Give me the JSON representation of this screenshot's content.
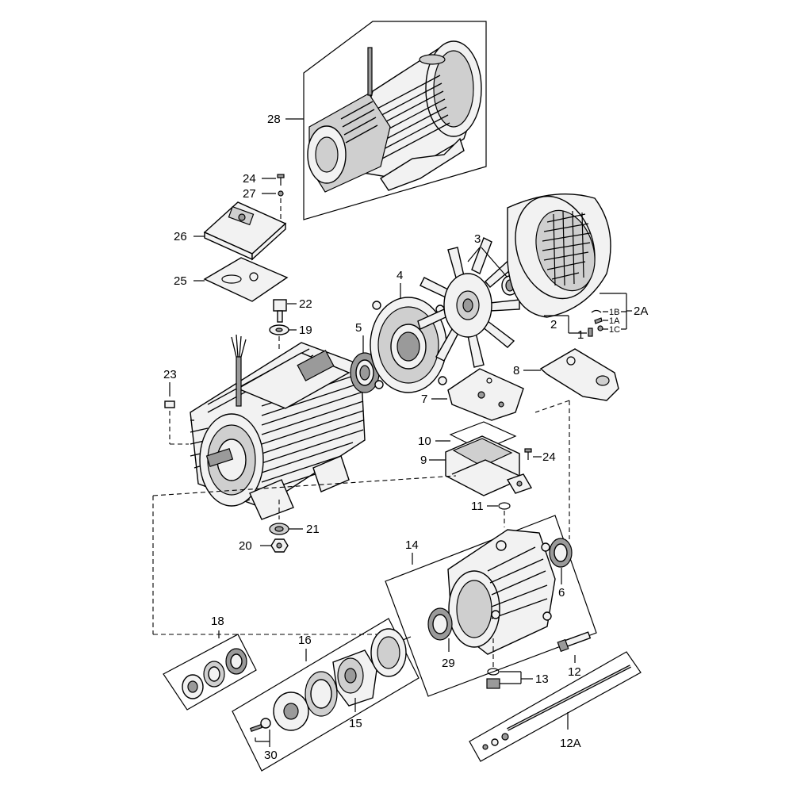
{
  "callouts": [
    {
      "id": "c28",
      "text": "28"
    },
    {
      "id": "c24a",
      "text": "24"
    },
    {
      "id": "c27",
      "text": "27"
    },
    {
      "id": "c26",
      "text": "26"
    },
    {
      "id": "c25",
      "text": "25"
    },
    {
      "id": "c22",
      "text": "22"
    },
    {
      "id": "c19",
      "text": "19"
    },
    {
      "id": "c23",
      "text": "23"
    },
    {
      "id": "c21",
      "text": "21"
    },
    {
      "id": "c20",
      "text": "20"
    },
    {
      "id": "c3",
      "text": "3"
    },
    {
      "id": "c4",
      "text": "4"
    },
    {
      "id": "c5",
      "text": "5"
    },
    {
      "id": "c2",
      "text": "2"
    },
    {
      "id": "c1",
      "text": "1"
    },
    {
      "id": "c1b",
      "text": "1B"
    },
    {
      "id": "c1a",
      "text": "1A"
    },
    {
      "id": "c1c",
      "text": "1C"
    },
    {
      "id": "c2a",
      "text": "2A"
    },
    {
      "id": "c8",
      "text": "8"
    },
    {
      "id": "c7",
      "text": "7"
    },
    {
      "id": "c10",
      "text": "10"
    },
    {
      "id": "c9",
      "text": "9"
    },
    {
      "id": "c24b",
      "text": "24"
    },
    {
      "id": "c11",
      "text": "11"
    },
    {
      "id": "c14",
      "text": "14"
    },
    {
      "id": "c6",
      "text": "6"
    },
    {
      "id": "c18",
      "text": "18"
    },
    {
      "id": "c16",
      "text": "16"
    },
    {
      "id": "c29",
      "text": "29"
    },
    {
      "id": "c12",
      "text": "12"
    },
    {
      "id": "c13",
      "text": "13"
    },
    {
      "id": "c15",
      "text": "15"
    },
    {
      "id": "c12a",
      "text": "12A"
    },
    {
      "id": "c30",
      "text": "30"
    }
  ],
  "icons": {
    "motor_assembly": "motor-assembly-icon",
    "motor_housing": "motor-housing-icon",
    "fan_cover": "fan-cover-icon",
    "fan": "fan-icon",
    "end_shield": "end-shield-icon",
    "bearing": "bearing-icon",
    "terminal_box": "terminal-box-icon",
    "pump_flange": "pump-flange-icon",
    "tie_rod": "tie-rod-icon"
  },
  "colors": {
    "line": "#000000",
    "background": "#ffffff",
    "shade_light": "#f2f2f2",
    "shade_dark": "#9a9a9a"
  }
}
